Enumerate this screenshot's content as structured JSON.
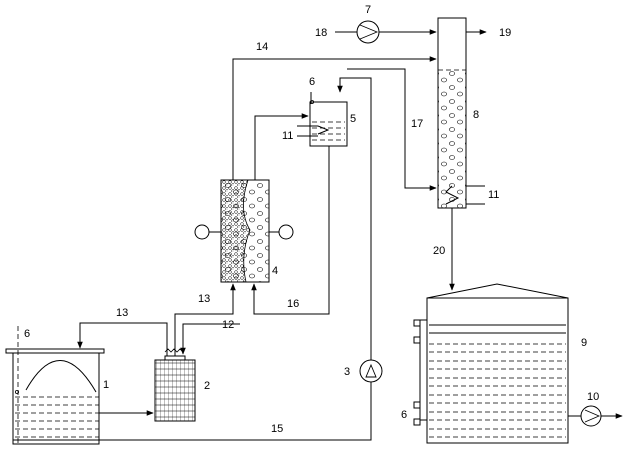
{
  "labels": {
    "l1": "1",
    "l2": "2",
    "l3": "3",
    "l4": "4",
    "l5": "5",
    "l6a": "6",
    "l6b": "6",
    "l6c": "6",
    "l7": "7",
    "l8": "8",
    "l9": "9",
    "l10": "10",
    "l11a": "11",
    "l11b": "11",
    "l12": "12",
    "l13a": "13",
    "l13b": "13",
    "l14": "14",
    "l15": "15",
    "l16": "16",
    "l17": "17",
    "l18": "18",
    "l19": "19",
    "l20": "20"
  }
}
